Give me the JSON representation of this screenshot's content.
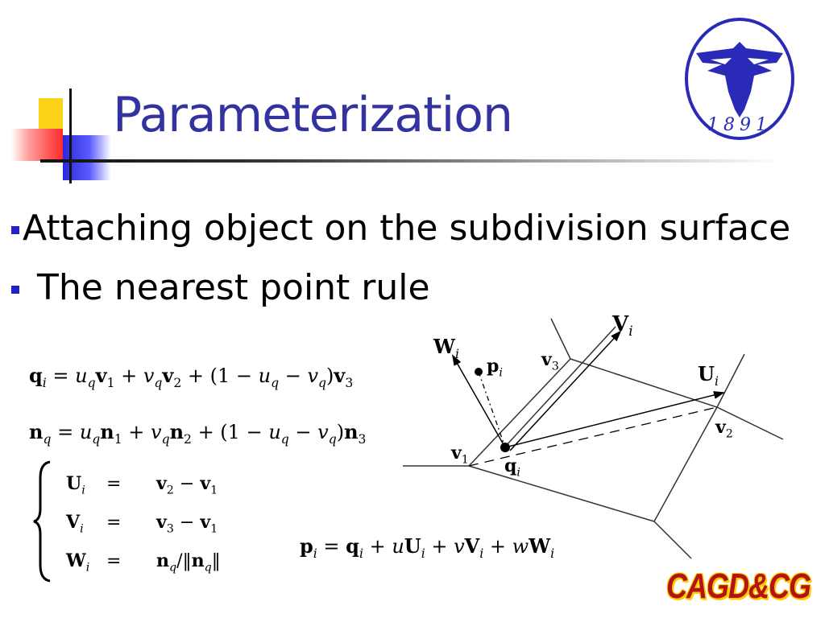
{
  "slide": {
    "title": "Parameterization",
    "bullets": [
      "Attaching object on the subdivision surface",
      "The nearest point rule"
    ]
  },
  "logo": {
    "year_text": "1891"
  },
  "footer": {
    "brand": "CAGD&CG"
  },
  "diagram_labels": {
    "Vi": "V",
    "Vi_sub": "i",
    "Wi": "W",
    "Wi_sub": "i",
    "pi": "p",
    "pi_sub": "i",
    "v3": "v",
    "v3_sub": "3",
    "Ui": "U",
    "Ui_sub": "i",
    "v2": "v",
    "v2_sub": "2",
    "v1": "v",
    "v1_sub": "1",
    "qi": "q",
    "qi_sub": "i"
  },
  "colors": {
    "title": "#3333a0",
    "bullet": "#2222cc",
    "brand": "#b31313",
    "brand_outline": "#ffcc00",
    "logo": "#2a2ab8"
  }
}
